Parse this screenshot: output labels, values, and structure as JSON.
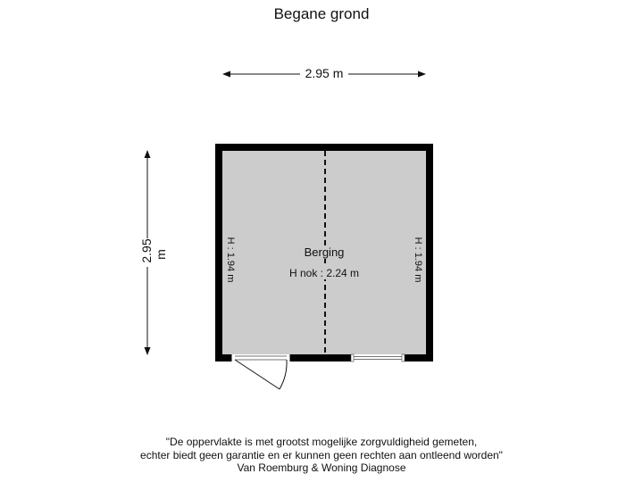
{
  "floor_title": "Begane grond",
  "dimensions": {
    "width": "2.95 m",
    "depth": "2.95 m"
  },
  "room": {
    "name": "Berging",
    "ridge_height": "H nok : 2.24 m",
    "wall_height_left": "H : 1.94 m",
    "wall_height_right": "H : 1.94 m"
  },
  "colors": {
    "wall": "#000000",
    "floor": "#cccccc"
  },
  "disclaimer": {
    "line1": "\"De oppervlakte is met grootst mogelijke zorgvuldigheid gemeten,",
    "line2": "echter biedt geen garantie en er kunnen geen rechten aan ontleend worden\"",
    "line3": "Van Roemburg & Woning Diagnose"
  }
}
